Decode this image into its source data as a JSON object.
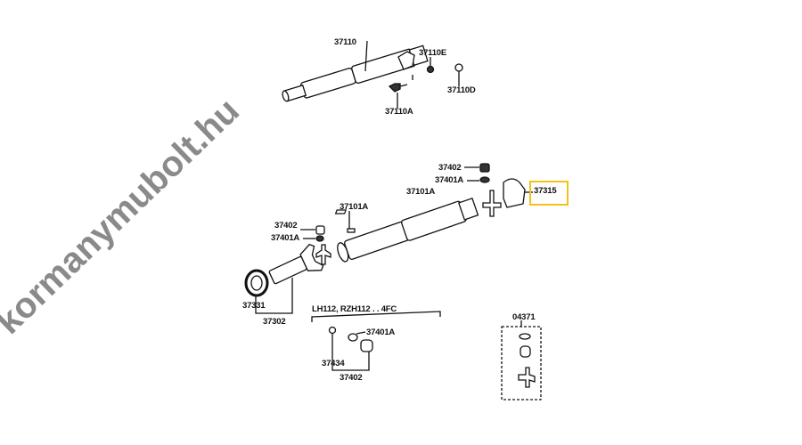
{
  "diagram": {
    "labels": {
      "l37110": "37110",
      "l37110E": "37110E",
      "l37110D": "37110D",
      "l37110A": "37110A",
      "l37402_top": "37402",
      "l37401A_top": "37401A",
      "l37101A_right": "37101A",
      "l37101A_left": "37101A",
      "l37315": "37315",
      "l37402_left": "37402",
      "l37401A_left": "37401A",
      "l37331": "37331",
      "l37302": "37302",
      "variant": "LH112, RZH112 . . 4FC",
      "l37401A_kit": "37401A",
      "l37434": "37434",
      "l37402_kit": "37402",
      "l04371": "04371"
    },
    "highlight_color": "#f2c21b",
    "watermark": "kormanymubolt.hu"
  }
}
